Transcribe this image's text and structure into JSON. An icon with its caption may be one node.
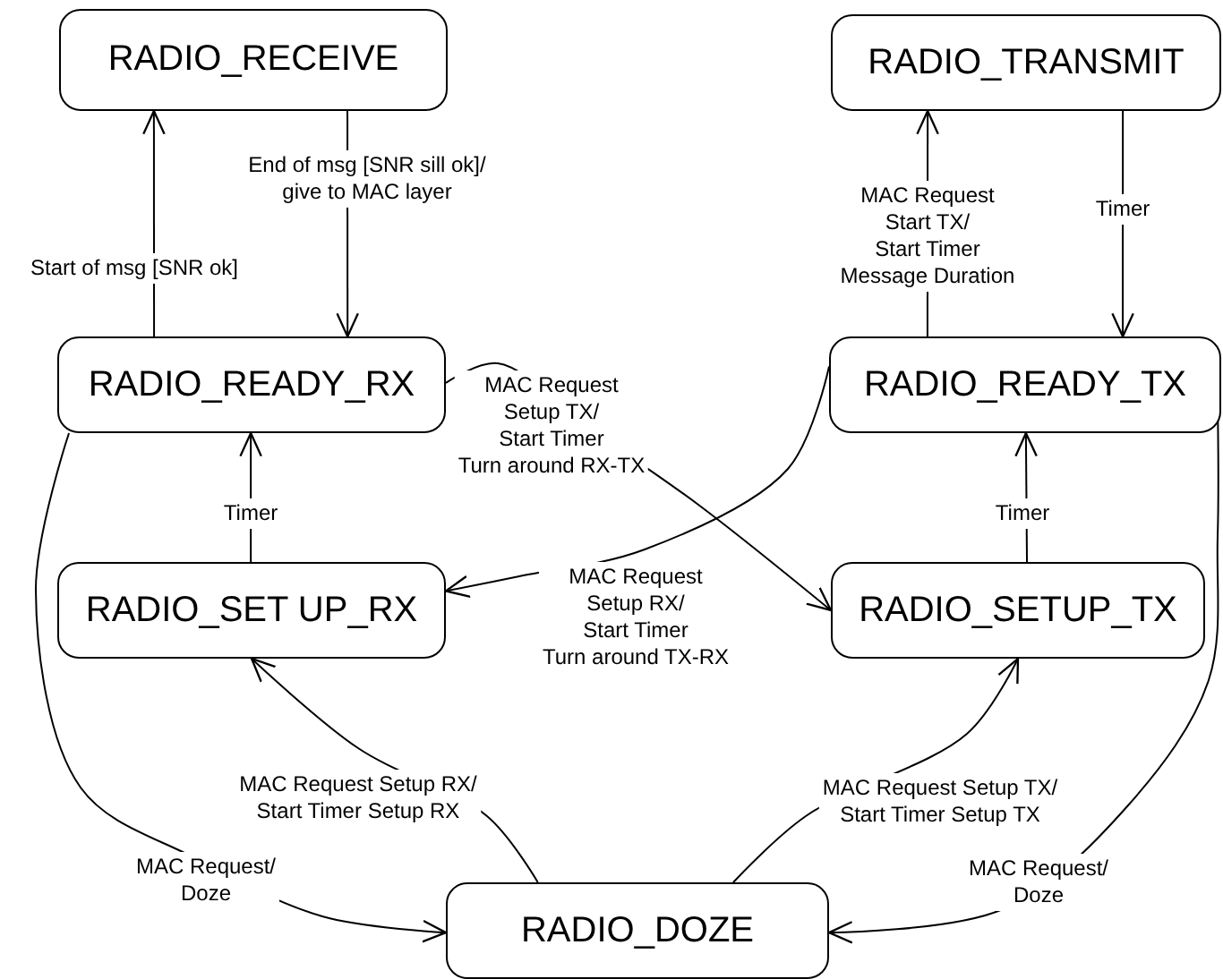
{
  "diagram": {
    "nodes": [
      {
        "text": [
          "RADIO_RECEIVE"
        ]
      },
      {
        "text": [
          "RADIO_TRANSMIT"
        ]
      },
      {
        "text": [
          "RADIO_READY_RX"
        ]
      },
      {
        "text": [
          "RADIO_READY_TX"
        ]
      },
      {
        "text": [
          "RADIO_SET UP_RX"
        ]
      },
      {
        "text": [
          "RADIO_SETUP_TX"
        ]
      },
      {
        "text": [
          "RADIO_DOZE"
        ]
      }
    ],
    "edges": [
      {
        "from": 2,
        "to": 0,
        "arrow": "to",
        "label": "Start of msg [SNR ok]"
      },
      {
        "from": 0,
        "to": 2,
        "arrow": "to",
        "label": "End of msg [SNR sill ok]/ give to MAC layer"
      },
      {
        "from": 3,
        "to": 1,
        "arrow": "to",
        "label": "MAC Request Start TX/ Start Timer Message Duration"
      },
      {
        "from": 1,
        "to": 3,
        "arrow": "to",
        "label": "Timer"
      },
      {
        "from": 4,
        "to": 2,
        "arrow": "to",
        "label": "Timer"
      },
      {
        "from": 5,
        "to": 3,
        "arrow": "to",
        "label": "Timer"
      },
      {
        "from": 2,
        "to": 5,
        "arrow": "to",
        "label": "MAC Request Setup TX/ Start Timer Turn around RX-TX"
      },
      {
        "from": 3,
        "to": 4,
        "arrow": "to",
        "label": "MAC Request Setup RX/ Start Timer Turn around TX-RX"
      },
      {
        "from": 6,
        "to": 4,
        "arrow": "to",
        "label": "MAC Request Setup RX/ Start Timer Setup RX"
      },
      {
        "from": 6,
        "to": 5,
        "arrow": "to",
        "label": "MAC Request Setup TX/ Start Timer Setup TX"
      },
      {
        "from": 2,
        "to": 6,
        "arrow": "to",
        "label": "MAC Request/ Doze"
      },
      {
        "from": 3,
        "to": 6,
        "arrow": "to",
        "label": "MAC Request/ Doze"
      }
    ]
  }
}
